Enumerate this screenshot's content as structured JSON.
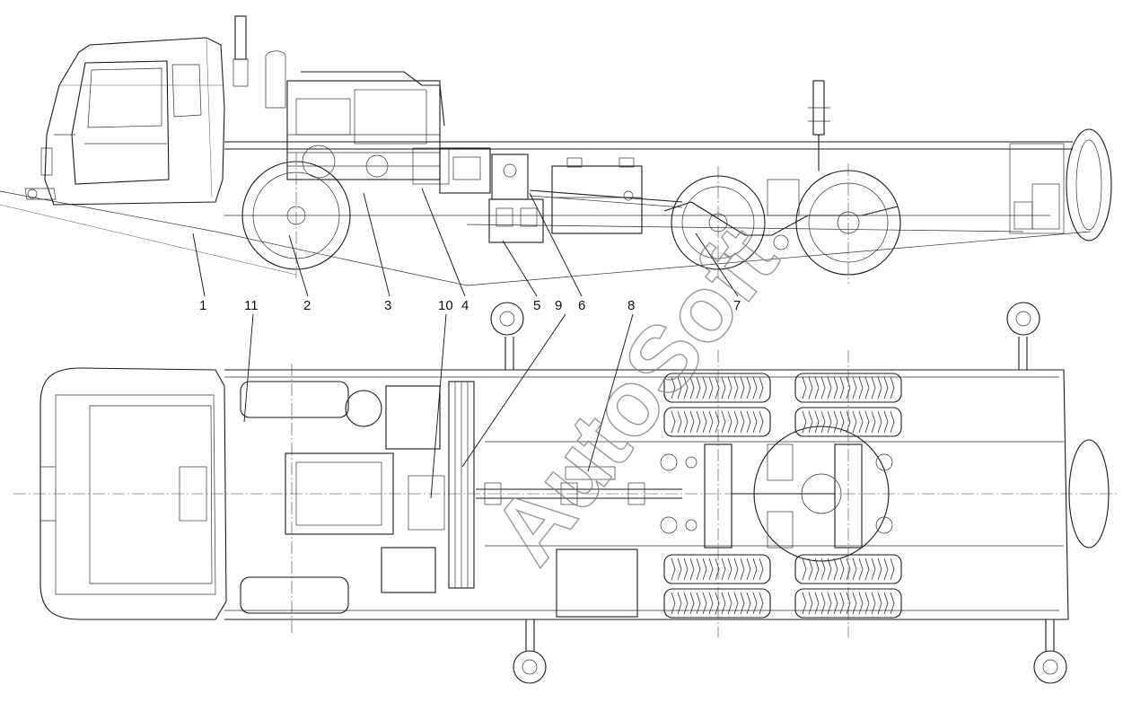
{
  "drawing": {
    "side_view_callouts": [
      "1",
      "2",
      "3",
      "4",
      "5",
      "6",
      "7"
    ],
    "top_view_callouts": [
      "11",
      "10",
      "9",
      "8"
    ],
    "watermark": "AutoSoft"
  },
  "colors": {
    "line": "#1a1a1a",
    "background": "#ffffff",
    "watermark": "#777777"
  }
}
